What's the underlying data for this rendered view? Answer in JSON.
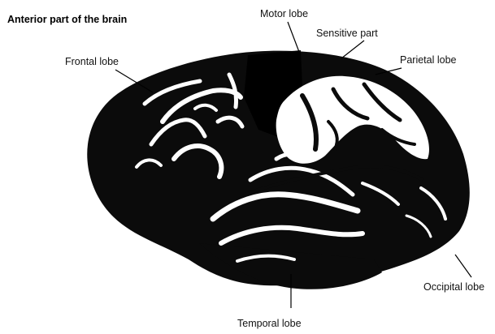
{
  "title": "Anterior part of the brain",
  "labels": {
    "motor": "Motor lobe",
    "sensitive": "Sensitive part",
    "frontal": "Frontal lobe",
    "parietal": "Parietal lobe",
    "occipital": "Occipital lobe",
    "temporal": "Temporal lobe"
  },
  "colors": {
    "brain": "#0b0b0b",
    "highlight": "#ffffff",
    "text": "#111111",
    "leader": "#000000"
  }
}
